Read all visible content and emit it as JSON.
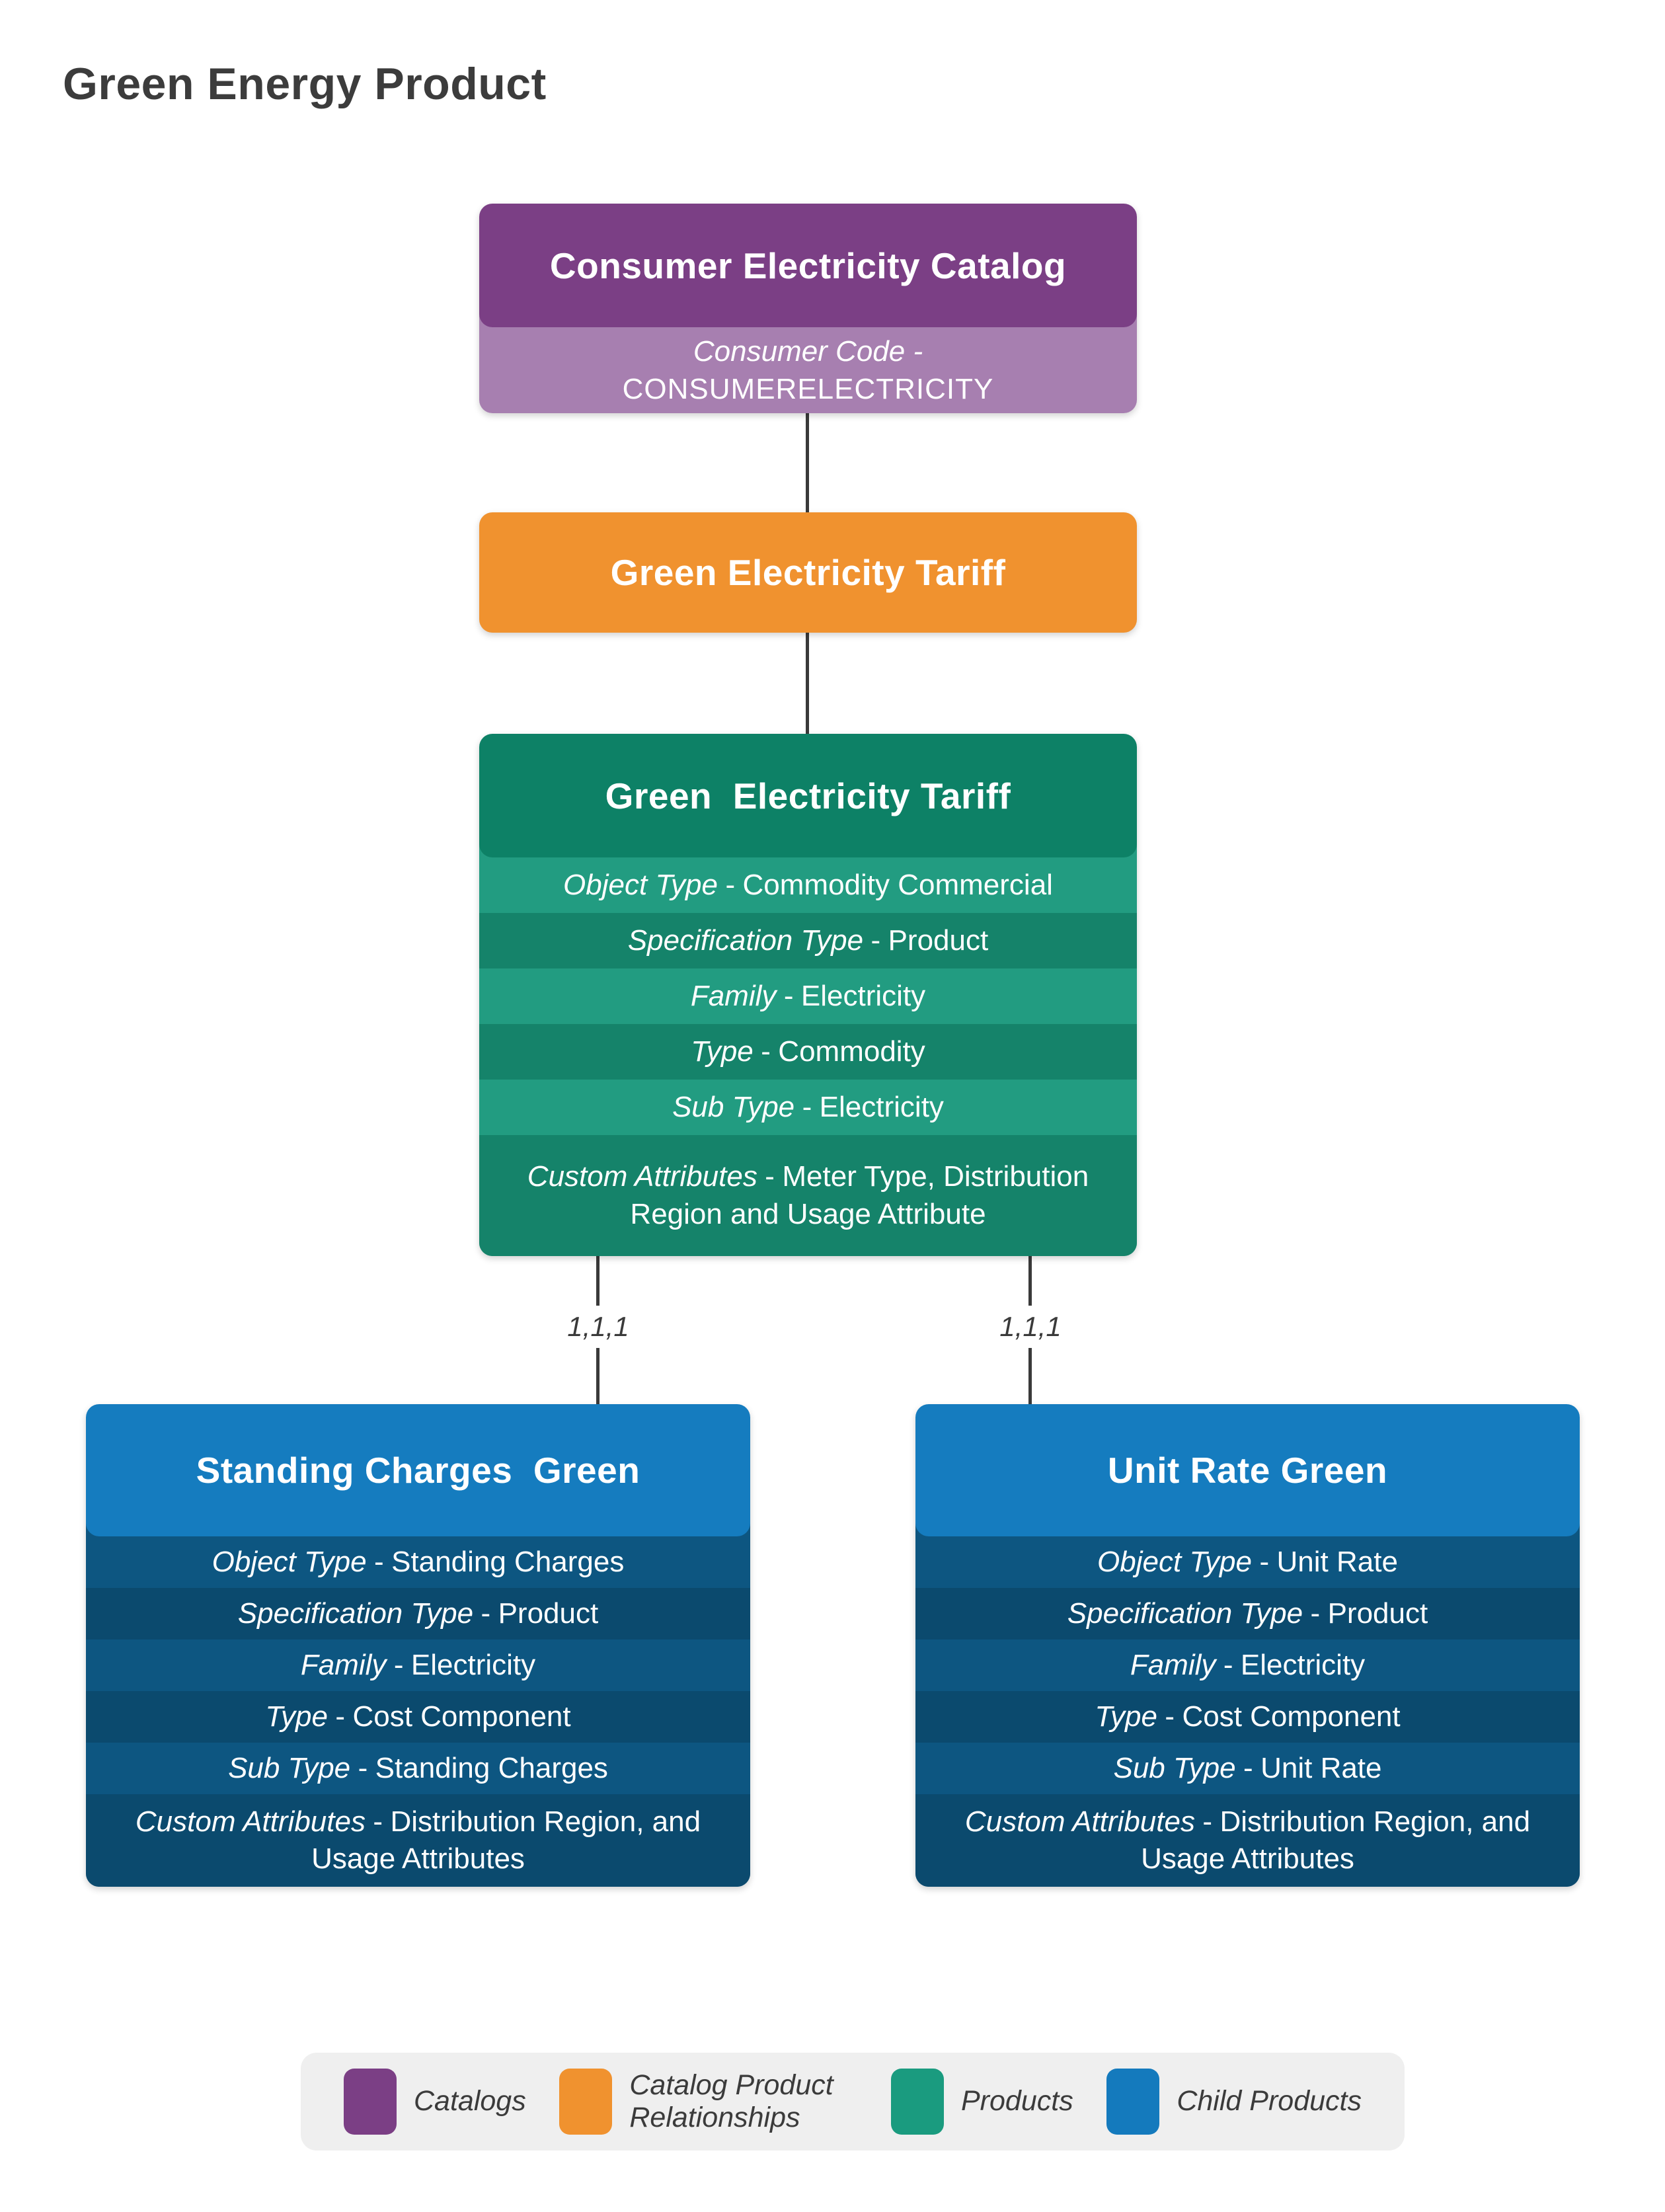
{
  "title": "Green Energy Product",
  "separator": "-",
  "catalog_box": {
    "header": "Consumer Electricity Catalog",
    "code_label": "Consumer Code -",
    "code_value": "CONSUMERELECTRICITY"
  },
  "relationship_box": {
    "header": "Green Electricity Tariff"
  },
  "product_box": {
    "header": "Green  Electricity Tariff",
    "rows": [
      {
        "label": "Object Type",
        "value": "Commodity Commercial"
      },
      {
        "label": "Specification Type",
        "value": "Product"
      },
      {
        "label": "Family",
        "value": "Electricity"
      },
      {
        "label": "Type",
        "value": "Commodity"
      },
      {
        "label": "Sub Type",
        "value": "Electricity"
      },
      {
        "label": "Custom Attributes",
        "value": "Meter Type, Distribution Region and Usage Attribute"
      }
    ]
  },
  "child_boxes": [
    {
      "header": "Standing Charges  Green",
      "rows": [
        {
          "label": "Object Type",
          "value": "Standing Charges"
        },
        {
          "label": "Specification Type",
          "value": "Product"
        },
        {
          "label": "Family",
          "value": "Electricity"
        },
        {
          "label": "Type",
          "value": "Cost Component"
        },
        {
          "label": "Sub Type",
          "value": "Standing Charges"
        },
        {
          "label": "Custom Attributes",
          "value": "Distribution Region, and Usage Attributes"
        }
      ]
    },
    {
      "header": "Unit Rate Green",
      "rows": [
        {
          "label": "Object Type",
          "value": "Unit Rate"
        },
        {
          "label": "Specification Type",
          "value": "Product"
        },
        {
          "label": "Family",
          "value": "Electricity"
        },
        {
          "label": "Type",
          "value": "Cost Component"
        },
        {
          "label": "Sub Type",
          "value": "Unit Rate"
        },
        {
          "label": "Custom Attributes",
          "value": "Distribution Region, and Usage Attributes"
        }
      ]
    }
  ],
  "connectors": {
    "left_label": "1,1,1",
    "right_label": "1,1,1"
  },
  "colors": {
    "catalog_header": "#7b3f85",
    "catalog_sub": "#a77fb0",
    "relationship": "#f0922f",
    "product_header": "#0d8166",
    "product_row_light": "#229c81",
    "product_row_dark": "#15836a",
    "child_header": "#157cbf",
    "child_row_light": "#0d5681",
    "child_row_dark": "#0b4a6e",
    "line": "#3a3a3a",
    "legend_bg": "#efefef"
  },
  "legend": {
    "items": [
      {
        "label": "Catalogs",
        "color": "#7b3f85"
      },
      {
        "label": "Catalog Product Relationships",
        "color": "#f0922f"
      },
      {
        "label": "Products",
        "color": "#1a9b7f"
      },
      {
        "label": "Child Products",
        "color": "#147abd"
      }
    ]
  }
}
